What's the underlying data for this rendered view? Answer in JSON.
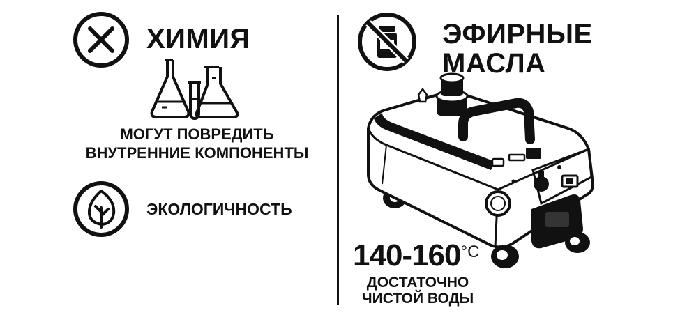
{
  "left_panel": {
    "chemistry_title": "ХИМИЯ",
    "chemistry_caption_line1": "МОГУТ ПОВРЕДИТЬ",
    "chemistry_caption_line2": "ВНУТРЕННИЕ КОМПОНЕНТЫ",
    "eco_label": "ЭКОЛОГИЧНОСТЬ",
    "icons": [
      "cross-circle-icon",
      "lab-flasks-icon",
      "leaf-circle-icon"
    ]
  },
  "right_panel": {
    "oils_title_line1": "ЭФИРНЫЕ",
    "oils_title_line2": "МАСЛА",
    "temperature_value": "140-160",
    "temperature_unit": "°C",
    "water_caption_line1": "ДОСТАТОЧНО",
    "water_caption_line2": "ЧИСТОЙ ВОДЫ",
    "icons": [
      "no-oil-bottle-icon",
      "steam-cleaner-icon"
    ]
  },
  "colors": {
    "ink": "#111111",
    "background": "#ffffff"
  }
}
